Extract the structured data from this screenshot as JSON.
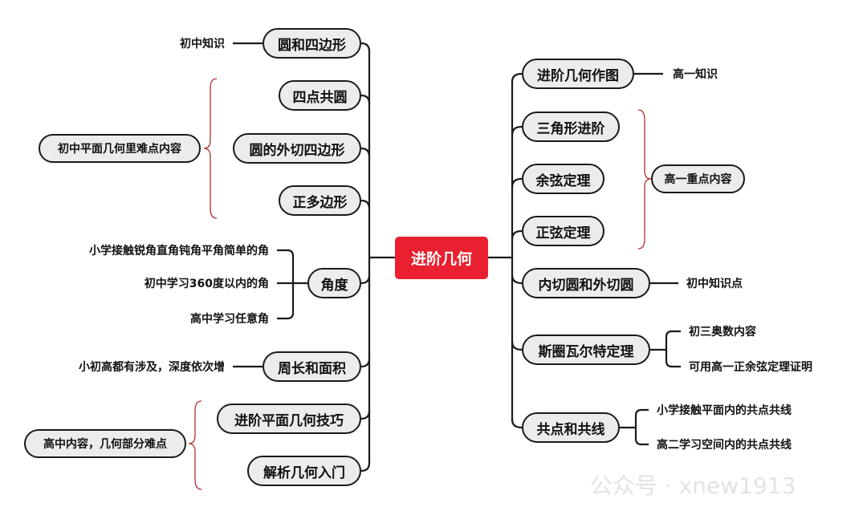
{
  "center": "进阶几何",
  "left_branches": [
    {
      "label": "圆和四边形"
    },
    {
      "label": "四点共圆"
    },
    {
      "label": "圆的外切四边形"
    },
    {
      "label": "正多边形"
    },
    {
      "label": "角度"
    },
    {
      "label": "周长和面积"
    },
    {
      "label": "进阶平面几何技巧"
    },
    {
      "label": "解析几何入门"
    }
  ],
  "left_notes": {
    "circle_quad": "初中知识",
    "middle_school_hard": "初中平面几何里难点内容",
    "angle": [
      "小学接触锐角直角钝角平角简单的角",
      "初中学习360度以内的角",
      "高中学习任意角"
    ],
    "perimeter": "小初高都有涉及，深度依次增",
    "high_school_hard": "高中内容，几何部分难点"
  },
  "right_branches": [
    {
      "label": "进阶几何作图"
    },
    {
      "label": "三角形进阶"
    },
    {
      "label": "余弦定理"
    },
    {
      "label": "正弦定理"
    },
    {
      "label": "内切圆和外切圆"
    },
    {
      "label": "斯圈瓦尔特定理"
    },
    {
      "label": "共点和共线"
    }
  ],
  "right_notes": {
    "construction": "高一知识",
    "key_content": "高一重点内容",
    "incircle": "初中知识点",
    "stewart": [
      "初三奥数内容",
      "可用高一正余弦定理证明"
    ],
    "collinear": [
      "小学接触平面内的共点共线",
      "高二学习空间内的共点共线"
    ]
  },
  "watermark": "公众号 · xnew1913",
  "colors": {
    "center": "#e8202f",
    "brace": "#b03030",
    "node_fill": "#ececec"
  }
}
